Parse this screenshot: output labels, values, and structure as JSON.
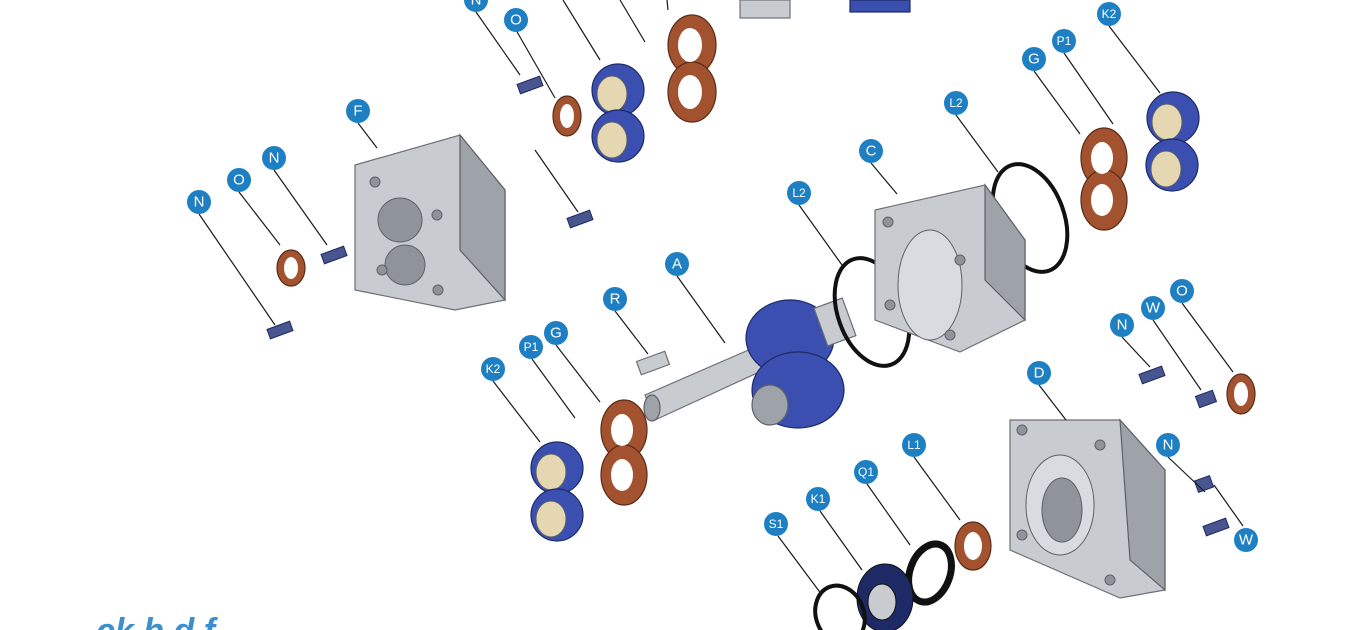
{
  "diagram": {
    "callouts": [
      "N",
      "O",
      "N",
      "O",
      "N",
      "F",
      "A",
      "R",
      "G",
      "P1",
      "K2",
      "C",
      "L2",
      "L2",
      "G",
      "P1",
      "K2",
      "D",
      "O",
      "W",
      "N",
      "N",
      "W",
      "S1",
      "K1",
      "Q1",
      "L1"
    ],
    "partial_footer_text": "ck h d  f"
  },
  "colors": {
    "callout_fill": "#1e7fc3",
    "callout_text": "#ffffff",
    "metal": "#c8ccd1",
    "gear_blue": "#3a4fb0",
    "copper": "#a3522f",
    "footer_text": "#3a8fd0"
  }
}
